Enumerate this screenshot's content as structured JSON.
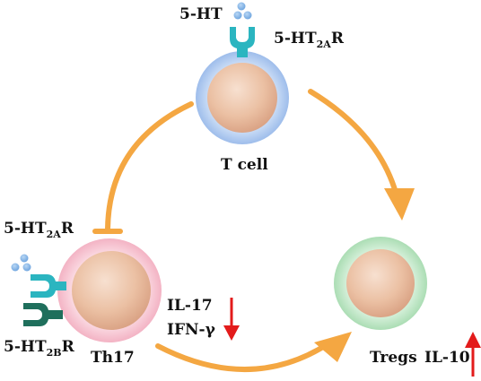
{
  "labels": {
    "serotonin": "5-HT",
    "receptor_top": {
      "main": "5-HT",
      "sub": "2A",
      "suffix": "R"
    },
    "tcell": "T cell",
    "receptor_2a": {
      "main": "5-HT",
      "sub": "2A",
      "suffix": "R"
    },
    "receptor_2b": {
      "main": "5-HT",
      "sub": "2B",
      "suffix": "R"
    },
    "th17": "Th17",
    "il17": "IL-17",
    "ifng": "IFN-γ",
    "tregs": "Tregs",
    "il10": "IL-10"
  },
  "colors": {
    "arrow": "#F4A742",
    "up_down_arrow": "#E31B1B",
    "tcell_ring": "#A9C6EF",
    "th17_ring": "#F6C2D0",
    "tregs_ring": "#BFE6C6",
    "nucleus": "#E9B899",
    "dot": "#7FB2E5",
    "receptor_light": "#2BB5C0",
    "receptor_dark": "#1F6F5C"
  },
  "relations": [
    {
      "from": "T cell",
      "to": "Tregs",
      "type": "promotes"
    },
    {
      "from": "T cell",
      "to": "Th17",
      "type": "inhibits"
    },
    {
      "from": "Th17",
      "to": "Tregs",
      "type": "promotes"
    }
  ],
  "cytokine_changes": [
    {
      "cytokine": "IL-17",
      "direction": "down"
    },
    {
      "cytokine": "IFN-γ",
      "direction": "down"
    },
    {
      "cytokine": "IL-10",
      "direction": "up"
    }
  ]
}
